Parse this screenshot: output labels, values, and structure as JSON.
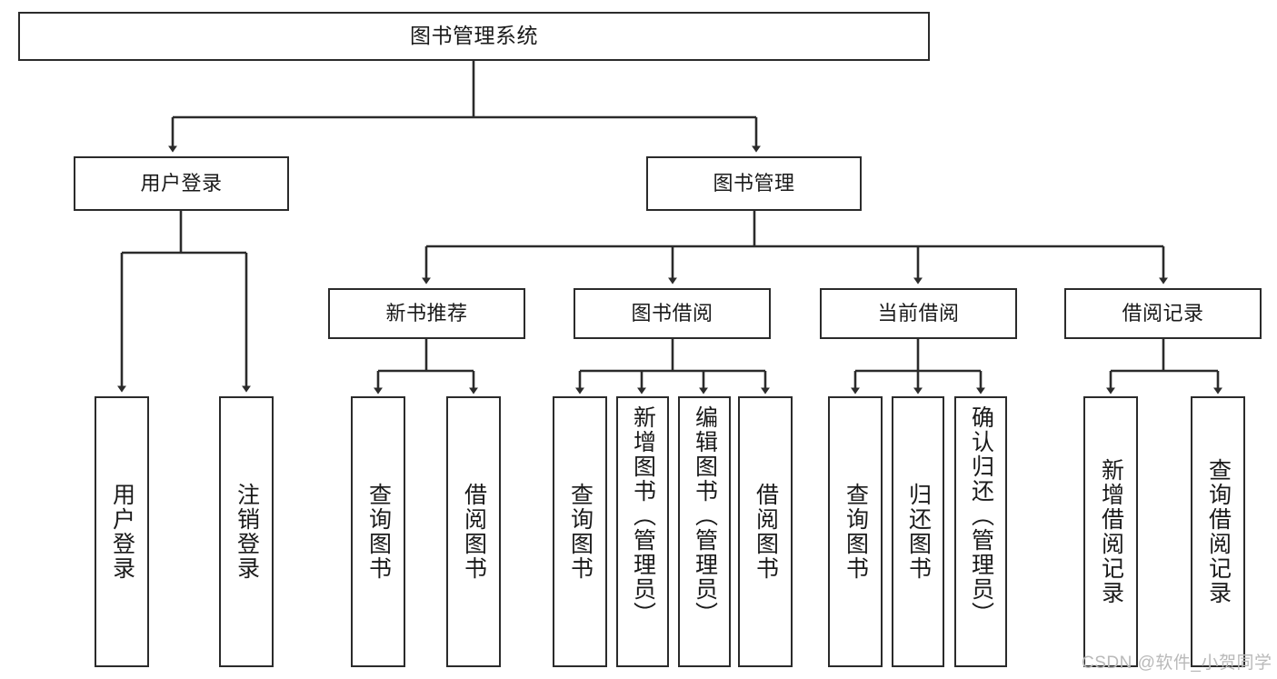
{
  "diagram": {
    "title_node": {
      "label": "图书管理系统"
    },
    "level2": [
      {
        "id": "user-login",
        "label": "用户登录"
      },
      {
        "id": "book-management",
        "label": "图书管理"
      }
    ],
    "level3": [
      {
        "id": "new-book-recommend",
        "label": "新书推荐"
      },
      {
        "id": "book-borrow",
        "label": "图书借阅"
      },
      {
        "id": "current-borrow",
        "label": "当前借阅"
      },
      {
        "id": "borrow-record",
        "label": "借阅记录"
      }
    ],
    "leaves": [
      {
        "id": "leaf-user-login",
        "label": "用户登录",
        "parent": "user-login"
      },
      {
        "id": "leaf-logout",
        "label": "注销登录",
        "parent": "user-login"
      },
      {
        "id": "leaf-query-book-1",
        "label": "查询图书",
        "parent": "new-book-recommend"
      },
      {
        "id": "leaf-borrow-book-1",
        "label": "借阅图书",
        "parent": "new-book-recommend"
      },
      {
        "id": "leaf-query-book-2",
        "label": "查询图书",
        "parent": "book-borrow"
      },
      {
        "id": "leaf-add-book",
        "label": "新增图书（管理员）",
        "parent": "book-borrow"
      },
      {
        "id": "leaf-edit-book",
        "label": "编辑图书（管理员）",
        "parent": "book-borrow"
      },
      {
        "id": "leaf-borrow-book-2",
        "label": "借阅图书",
        "parent": "book-borrow"
      },
      {
        "id": "leaf-query-book-3",
        "label": "查询图书",
        "parent": "current-borrow"
      },
      {
        "id": "leaf-return-book",
        "label": "归还图书",
        "parent": "current-borrow"
      },
      {
        "id": "leaf-confirm-return",
        "label": "确认归还（管理员）",
        "parent": "current-borrow"
      },
      {
        "id": "leaf-add-record",
        "label": "新增借阅记录",
        "parent": "borrow-record"
      },
      {
        "id": "leaf-query-record",
        "label": "查询借阅记录",
        "parent": "borrow-record"
      }
    ],
    "watermark": "CSDN @软件_小贺同学",
    "colors": {
      "stroke": "#2b2b2b",
      "background": "#ffffff",
      "text": "#1a1a1a",
      "watermark": "#b9b9b9"
    }
  }
}
